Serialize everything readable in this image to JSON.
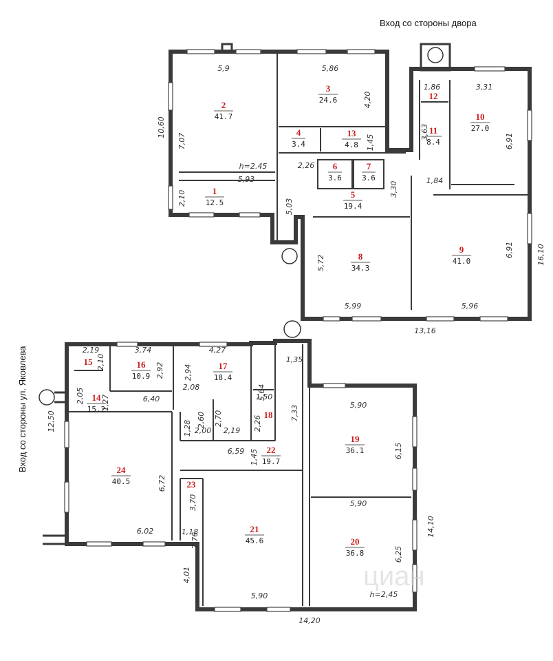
{
  "labels": {
    "entrance_yard": "Вход со стороны двора",
    "entrance_street": "Вход со стороны ул. Яковлева"
  },
  "rooms": [
    {
      "num": "1",
      "area": "12.5"
    },
    {
      "num": "2",
      "area": "41.7"
    },
    {
      "num": "3",
      "area": "24.6"
    },
    {
      "num": "4",
      "area": "3.4"
    },
    {
      "num": "5",
      "area": "19.4"
    },
    {
      "num": "6",
      "area": "3.6"
    },
    {
      "num": "7",
      "area": "3.6"
    },
    {
      "num": "8",
      "area": "34.3"
    },
    {
      "num": "9",
      "area": "41.0"
    },
    {
      "num": "10",
      "area": "27.0"
    },
    {
      "num": "11",
      "area": "8.4"
    },
    {
      "num": "12",
      "area": ""
    },
    {
      "num": "13",
      "area": "4.8"
    },
    {
      "num": "14",
      "area": "15.2"
    },
    {
      "num": "15",
      "area": ""
    },
    {
      "num": "16",
      "area": "10.9"
    },
    {
      "num": "17",
      "area": "18.4"
    },
    {
      "num": "18",
      "area": ""
    },
    {
      "num": "19",
      "area": "36.1"
    },
    {
      "num": "20",
      "area": "36.8"
    },
    {
      "num": "21",
      "area": "45.6"
    },
    {
      "num": "22",
      "area": "19.7"
    },
    {
      "num": "23",
      "area": ""
    },
    {
      "num": "24",
      "area": "40.5"
    }
  ],
  "dimensions": [
    "5,9",
    "5,86",
    "4,20",
    "10,60",
    "7,07",
    "h=2.45",
    "2,10",
    "5,93",
    "5,03",
    "2,26",
    "1,45",
    "3,30",
    "1,86",
    "3,31",
    "3,63",
    "6,91",
    "1,84",
    "16,10",
    "6,91",
    "5,72",
    "5,99",
    "5,96",
    "13,16",
    "2,19",
    "3,74",
    "4,27",
    "2,10",
    "2,92",
    "2,94",
    "2,08",
    "1,35",
    "2,05",
    "1,27",
    "6,40",
    "2,60",
    "2,70",
    "5,64",
    "1,50",
    "12,50",
    "1,28",
    "2,00",
    "2,19",
    "2,26",
    "7,33",
    "5,90",
    "6,59",
    "1,45",
    "6,15",
    "6,72",
    "3,70",
    "5,90",
    "7,76",
    "14,10",
    "6,02",
    "1,18",
    "6,25",
    "4,01",
    "5,90",
    "h=2,45",
    "14,20"
  ],
  "watermark": "циан"
}
